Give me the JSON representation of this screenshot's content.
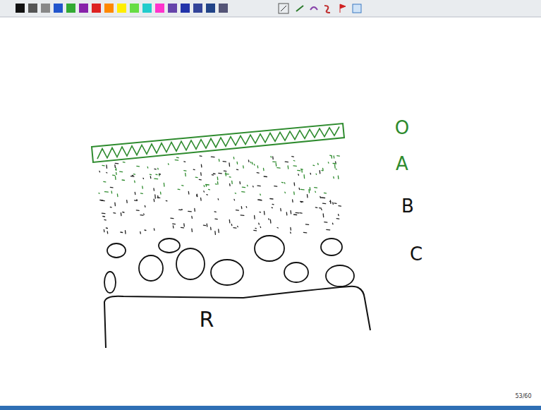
{
  "diagram": {
    "nodes": [
      {
        "text": [
          "R"
        ]
      }
    ],
    "labels": [
      "O",
      "A",
      "B",
      "C",
      "53/60"
    ]
  }
}
